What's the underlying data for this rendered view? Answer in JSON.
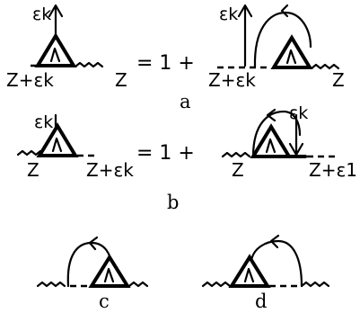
{
  "labels": {
    "eps_k": "εk",
    "z": "Z",
    "z_plus_eps_k": "Z+εk",
    "z_plus_eps_1": "Z+ε1",
    "eq": "= 1 +"
  },
  "captions": {
    "a": "a",
    "b": "b",
    "c": "c",
    "d": "d"
  }
}
